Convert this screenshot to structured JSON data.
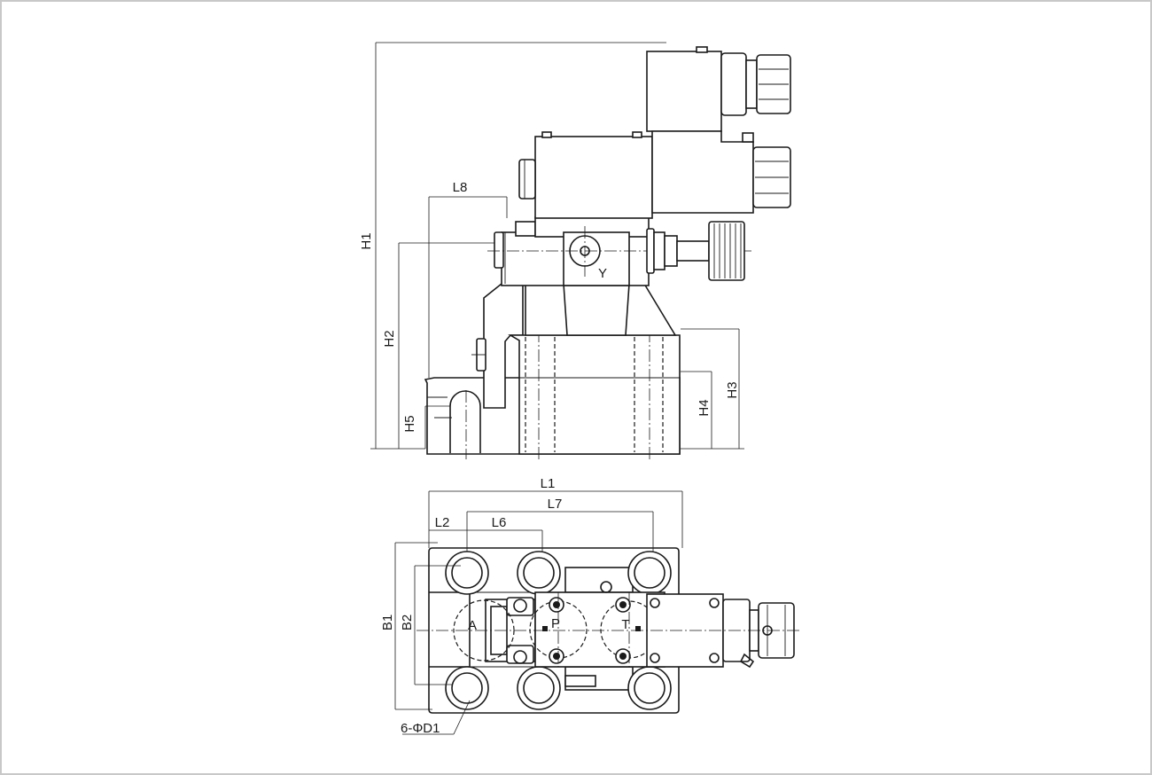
{
  "labels": {
    "H1": "H1",
    "H2": "H2",
    "H3": "H3",
    "H4": "H4",
    "H5": "H5",
    "L1": "L1",
    "L2": "L2",
    "L6": "L6",
    "L7": "L7",
    "L8": "L8",
    "B1": "B1",
    "B2": "B2",
    "D1": "6-ΦD1",
    "port_Y": "Y",
    "port_A": "A",
    "port_P": "P",
    "port_T": "T"
  },
  "colors": {
    "line": "#1a1a1a",
    "background": "#ffffff",
    "frame": "#c8c8c8"
  }
}
